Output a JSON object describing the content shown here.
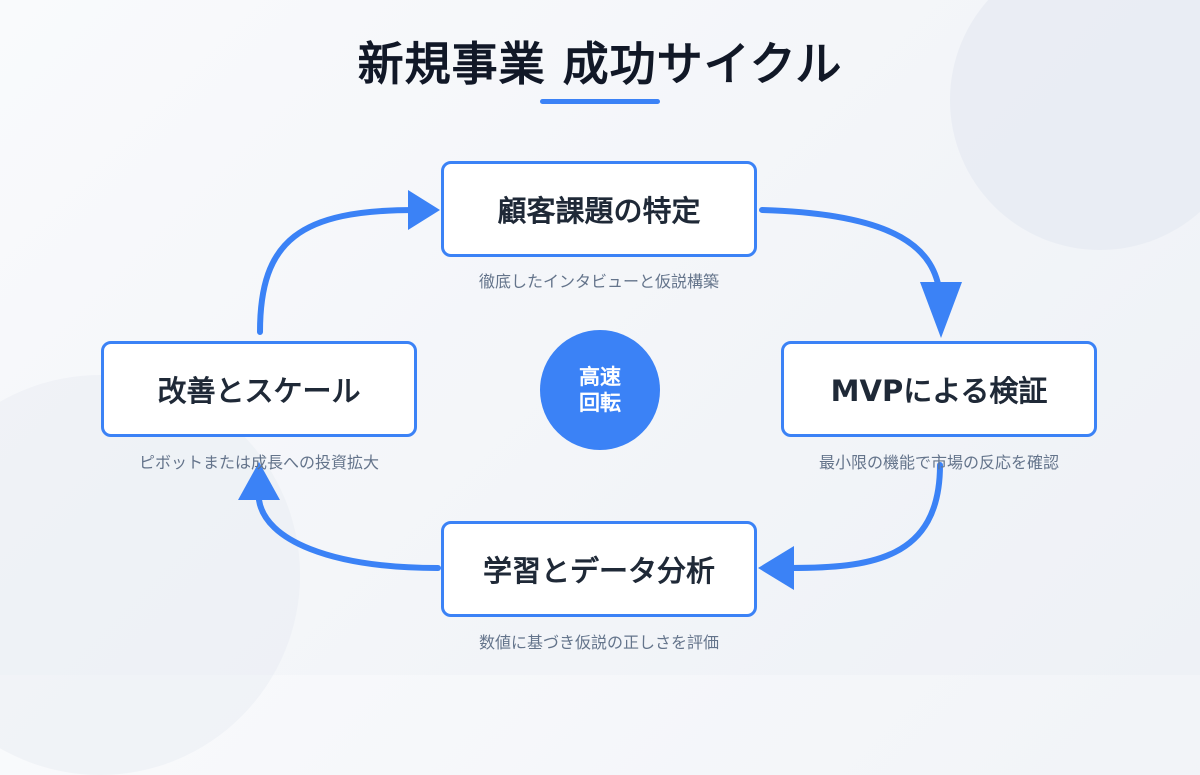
{
  "title": "新規事業 成功サイクル",
  "accent_color": "#3b82f6",
  "nodes": {
    "top": {
      "label": "顧客課題の特定",
      "description": "徹底したインタビューと仮説構築"
    },
    "right": {
      "label": "MVPによる検証",
      "description": "最小限の機能で市場の反応を確認"
    },
    "bottom": {
      "label": "学習とデータ分析",
      "description": "数値に基づき仮説の正しさを評価"
    },
    "left": {
      "label": "改善とスケール",
      "description": "ピボットまたは成長への投資拡大"
    }
  },
  "center": {
    "line1": "高速",
    "line2": "回転"
  }
}
